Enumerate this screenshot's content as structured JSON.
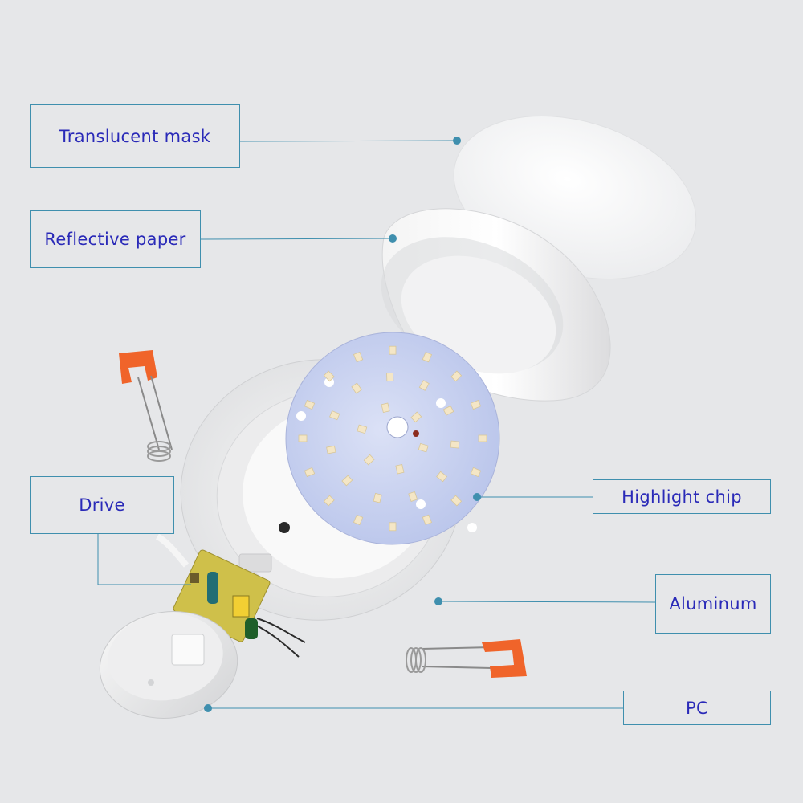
{
  "labels": {
    "translucent_mask": "Translucent mask",
    "reflective_paper": "Reflective paper",
    "drive": "Drive",
    "highlight_chip": "Highlight chip",
    "aluminum": "Aluminum",
    "pc": "PC"
  },
  "colors": {
    "background": "#e6e7e9",
    "label_text": "#2a2ab8",
    "leader_line": "#3f8fae",
    "clip_orange": "#f0642a",
    "led_board": "#c6d0ee"
  }
}
